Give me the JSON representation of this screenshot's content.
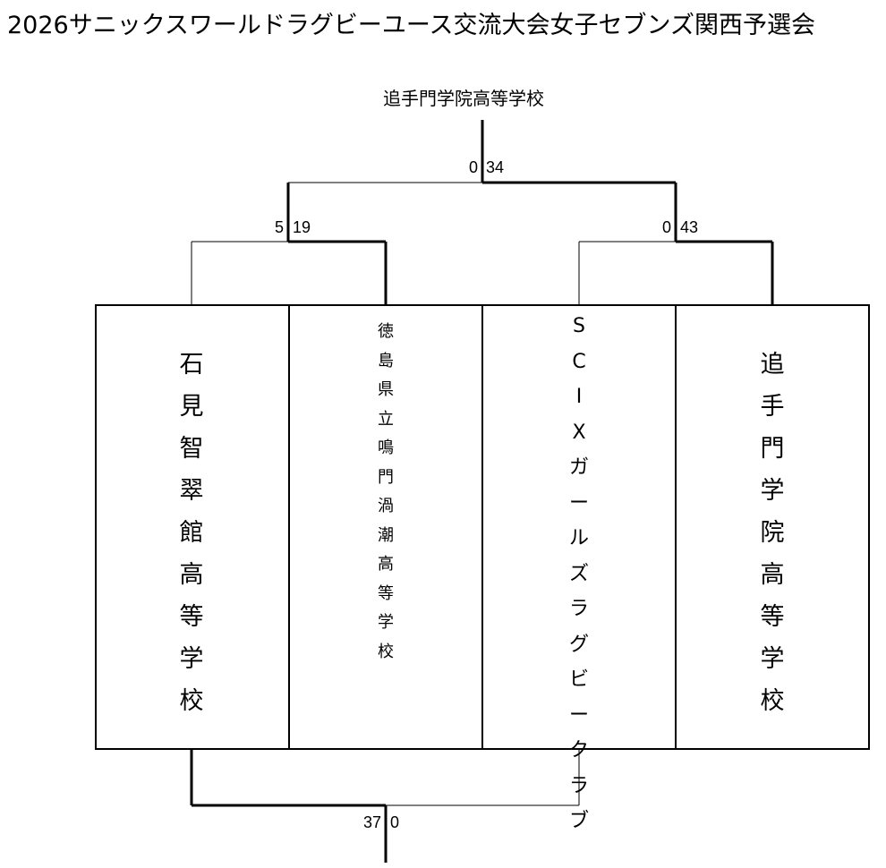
{
  "title": "2026サニックスワールドラグビーユース交流大会女子セブンズ関西予選会",
  "champion": "追手門学院高等学校",
  "teams": [
    {
      "name": "石見智翠館高等学校"
    },
    {
      "name": "徳島県立鳴門渦潮高等学校"
    },
    {
      "name": "SCIXガールズラグビークラブ"
    },
    {
      "name": "追手門学院高等学校"
    }
  ],
  "matches": {
    "semi_left": {
      "score_left": "5",
      "score_right": "19"
    },
    "semi_right": {
      "score_left": "0",
      "score_right": "43"
    },
    "final": {
      "score_left": "0",
      "score_right": "34"
    },
    "third_place": {
      "score_left": "37",
      "score_right": "0"
    }
  }
}
